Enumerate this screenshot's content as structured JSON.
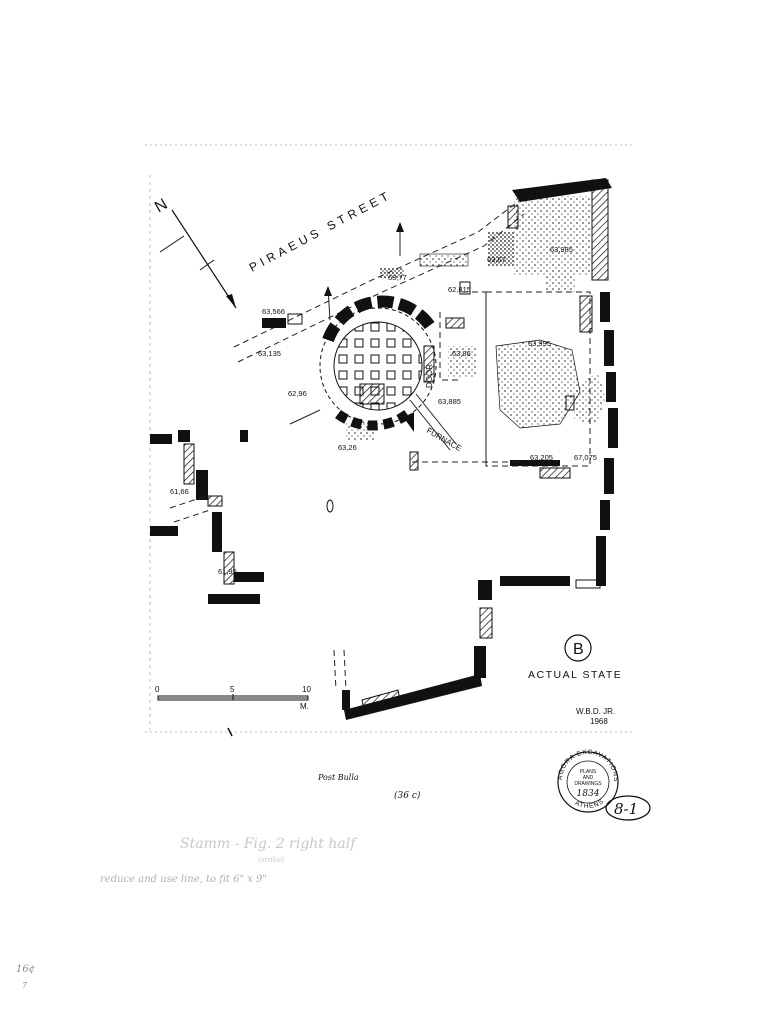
{
  "plan": {
    "street_name": "PIRAEUS STREET",
    "north_arrow_letter": "N",
    "room_letter": "B",
    "title": "ACTUAL STATE",
    "author": "W.B.D. JR.",
    "year": "1968",
    "furnace_label": "FURNACE",
    "door_label": "DOOR",
    "elevations": [
      "63,985",
      "63,67",
      "63,77",
      "62,815",
      "63,566",
      "63,135",
      "63,995",
      "63,86",
      "62,96",
      "63,885",
      "63,26",
      "63,205",
      "67,075",
      "61,66",
      "61,95"
    ],
    "scale": {
      "ticks": [
        "0",
        "5",
        "10"
      ],
      "unit": "M."
    }
  },
  "stamp": {
    "top_text": "AGORA EXCAVATIONS",
    "bottom_text": "ATHENS",
    "center_lines": [
      "PLANS",
      "AND",
      "DRAWINGS"
    ],
    "number": "1834"
  },
  "annotations": {
    "post_bulla": "Post Bulla",
    "paren_note": "(36 c)",
    "sheet_id": "8-1",
    "pencil_line1": "Stamm - Fig. 2 right half",
    "pencil_line2": "reduce and use line, to fit 6\" x 9\"",
    "pencil_insert": "(strike)",
    "margin_note_1": "16¢",
    "margin_note_2": "7"
  },
  "icons": [
    "north-arrow-icon",
    "stamp-icon"
  ]
}
